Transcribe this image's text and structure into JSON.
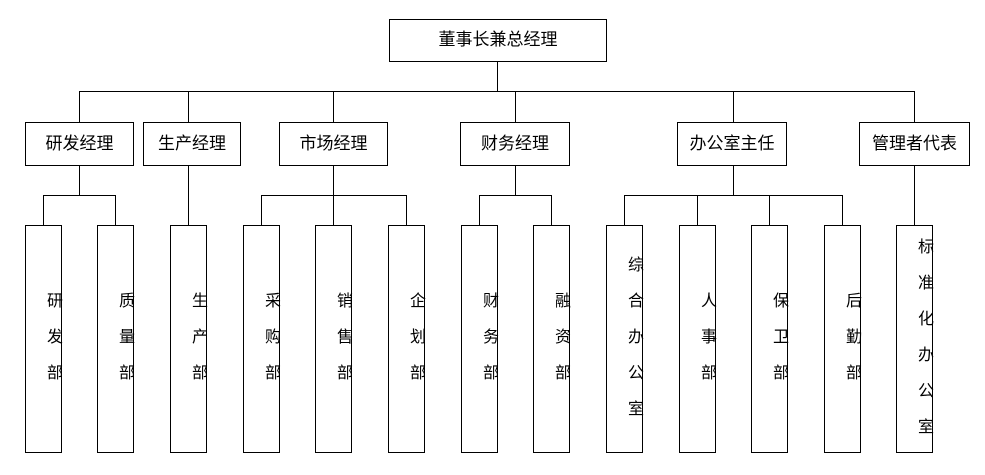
{
  "org_chart": {
    "root": "董事长兼总经理",
    "managers": [
      {
        "title": "研发经理",
        "departments": [
          "研发部",
          "质量部"
        ]
      },
      {
        "title": "生产经理",
        "departments": [
          "生产部"
        ]
      },
      {
        "title": "市场经理",
        "departments": [
          "采购部",
          "销售部",
          "企划部"
        ]
      },
      {
        "title": "财务经理",
        "departments": [
          "财务部",
          "融资部"
        ]
      },
      {
        "title": "办公室主任",
        "departments": [
          "综合办公室",
          "人事部",
          "保卫部",
          "后勤部"
        ]
      },
      {
        "title": "管理者代表",
        "departments": [
          "标准化办公室"
        ]
      }
    ],
    "colors": {
      "line": "#000000",
      "box_border": "#000000",
      "background": "#ffffff"
    }
  }
}
